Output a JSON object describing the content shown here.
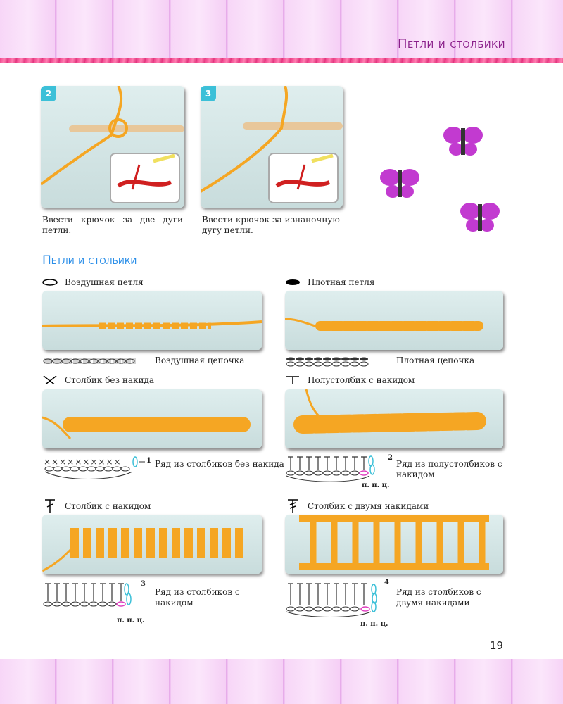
{
  "header": {
    "title": "Петли и столбики"
  },
  "steps": [
    {
      "number": "2",
      "caption": "Ввести крючок за две дуги петли."
    },
    {
      "number": "3",
      "caption": "Ввести крючок за изнаночную дугу петли."
    }
  ],
  "section_title": "Петли и столбики",
  "stitches": [
    {
      "label": "Воздушная петля",
      "diagram_label": "Воздушная цепочка"
    },
    {
      "label": "Плотная петля",
      "diagram_label": "Плотная цепочка"
    },
    {
      "label": "Столбик без накида",
      "diagram_number": "1",
      "diagram_label": "Ряд из столбиков без накида"
    },
    {
      "label": "Полустолбик с накидом",
      "diagram_number": "2",
      "diagram_label": "Ряд из полустолбиков с накидом",
      "note": "п. п. ц."
    },
    {
      "label": "Столбик с накидом",
      "diagram_number": "3",
      "diagram_label": "Ряд из столбиков с накидом",
      "note": "п. п. ц."
    },
    {
      "label": "Столбик с двумя накидами",
      "diagram_number": "4",
      "diagram_label": "Ряд из столбиков с двумя накидами",
      "note": "п. п. ц."
    }
  ],
  "page_number": "19",
  "colors": {
    "yarn": "#f5a623",
    "accent": "#2a8ee8",
    "badge": "#3cc0d8",
    "butterfly": "#c23ad0"
  }
}
